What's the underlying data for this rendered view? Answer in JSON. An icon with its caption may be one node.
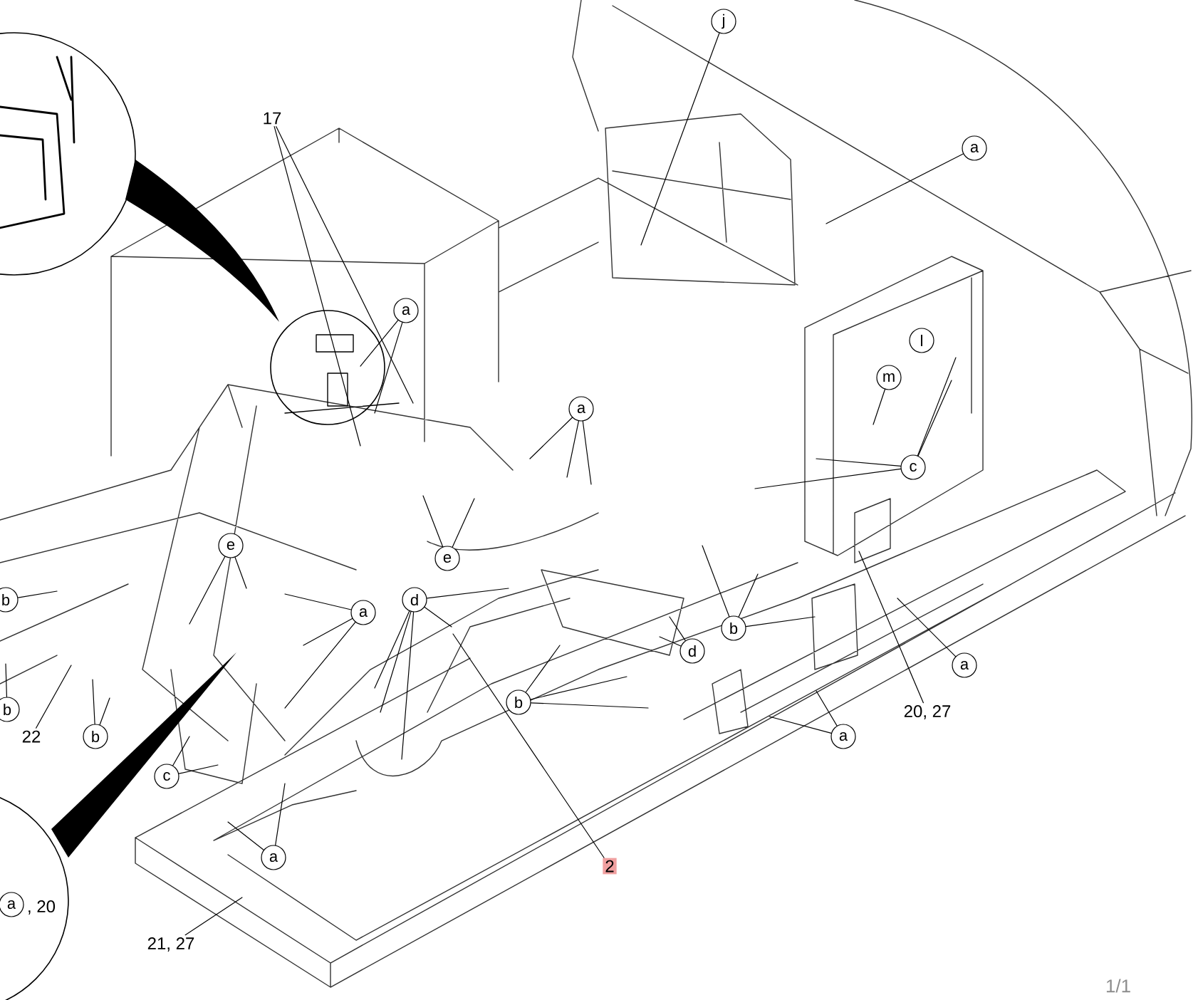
{
  "diagram": {
    "nodes": [
      {
        "text": [
          "j"
        ]
      },
      {
        "text": [
          "17"
        ]
      },
      {
        "text": [
          "a"
        ]
      },
      {
        "text": [
          "a"
        ]
      },
      {
        "text": [
          "l"
        ]
      },
      {
        "text": [
          "m"
        ]
      },
      {
        "text": [
          "a"
        ]
      },
      {
        "text": [
          "c"
        ]
      },
      {
        "text": [
          "e"
        ]
      },
      {
        "text": [
          "e"
        ]
      },
      {
        "text": [
          "b"
        ]
      },
      {
        "text": [
          "d"
        ]
      },
      {
        "text": [
          "a"
        ]
      },
      {
        "text": [
          "b"
        ]
      },
      {
        "text": [
          "d"
        ]
      },
      {
        "text": [
          "a"
        ]
      },
      {
        "text": [
          "b"
        ]
      },
      {
        "text": [
          "b"
        ]
      },
      {
        "text": [
          "20, 27"
        ]
      },
      {
        "text": [
          "22"
        ]
      },
      {
        "text": [
          "b"
        ]
      },
      {
        "text": [
          "a"
        ]
      },
      {
        "text": [
          "c"
        ]
      },
      {
        "text": [
          "a"
        ]
      },
      {
        "text": [
          "2"
        ]
      },
      {
        "text": [
          "a"
        ],
        "beside": [
          ", 20"
        ]
      },
      {
        "text": [
          "21, 27"
        ]
      }
    ],
    "edges": [
      {
        "from": 0,
        "to": null,
        "arrow": "none"
      },
      {
        "from": 1,
        "to": null,
        "arrow": "none"
      },
      {
        "from": 1,
        "to": null,
        "arrow": "none"
      },
      {
        "from": 2,
        "to": null,
        "arrow": "none"
      },
      {
        "from": 3,
        "to": null,
        "arrow": "none"
      },
      {
        "from": 3,
        "to": null,
        "arrow": "none"
      },
      {
        "from": 5,
        "to": null,
        "arrow": "none"
      },
      {
        "from": 6,
        "to": null,
        "arrow": "none"
      },
      {
        "from": 6,
        "to": null,
        "arrow": "none"
      },
      {
        "from": 6,
        "to": null,
        "arrow": "none"
      },
      {
        "from": 7,
        "to": null,
        "arrow": "none"
      },
      {
        "from": 7,
        "to": null,
        "arrow": "none"
      },
      {
        "from": 7,
        "to": null,
        "arrow": "none"
      },
      {
        "from": 7,
        "to": null,
        "arrow": "none"
      },
      {
        "from": 8,
        "to": null,
        "arrow": "none"
      },
      {
        "from": 8,
        "to": null,
        "arrow": "none"
      },
      {
        "from": 9,
        "to": null,
        "arrow": "none"
      },
      {
        "from": 9,
        "to": null,
        "arrow": "none"
      },
      {
        "from": 10,
        "to": null,
        "arrow": "none"
      },
      {
        "from": 11,
        "to": null,
        "arrow": "none"
      },
      {
        "from": 11,
        "to": null,
        "arrow": "none"
      },
      {
        "from": 11,
        "to": null,
        "arrow": "none"
      },
      {
        "from": 11,
        "to": null,
        "arrow": "none"
      },
      {
        "from": 11,
        "to": null,
        "arrow": "none"
      },
      {
        "from": 12,
        "to": null,
        "arrow": "none"
      },
      {
        "from": 12,
        "to": null,
        "arrow": "none"
      },
      {
        "from": 12,
        "to": null,
        "arrow": "none"
      },
      {
        "from": 13,
        "to": null,
        "arrow": "none"
      },
      {
        "from": 13,
        "to": null,
        "arrow": "none"
      },
      {
        "from": 13,
        "to": null,
        "arrow": "none"
      },
      {
        "from": 14,
        "to": null,
        "arrow": "none"
      },
      {
        "from": 14,
        "to": null,
        "arrow": "none"
      },
      {
        "from": 15,
        "to": null,
        "arrow": "none"
      },
      {
        "from": 16,
        "to": null,
        "arrow": "none"
      },
      {
        "from": 16,
        "to": null,
        "arrow": "none"
      },
      {
        "from": 16,
        "to": null,
        "arrow": "none"
      },
      {
        "from": 17,
        "to": null,
        "arrow": "none"
      },
      {
        "from": 18,
        "to": null,
        "arrow": "none"
      },
      {
        "from": 19,
        "to": null,
        "arrow": "none"
      },
      {
        "from": 20,
        "to": null,
        "arrow": "none"
      },
      {
        "from": 20,
        "to": null,
        "arrow": "none"
      },
      {
        "from": 21,
        "to": null,
        "arrow": "none"
      },
      {
        "from": 21,
        "to": null,
        "arrow": "none"
      },
      {
        "from": 22,
        "to": null,
        "arrow": "none"
      },
      {
        "from": 22,
        "to": null,
        "arrow": "none"
      },
      {
        "from": 23,
        "to": null,
        "arrow": "none"
      },
      {
        "from": 23,
        "to": null,
        "arrow": "none"
      },
      {
        "from": 24,
        "to": null,
        "arrow": "none"
      },
      {
        "from": 26,
        "to": null,
        "arrow": "none"
      }
    ],
    "labels": [
      "1/1"
    ]
  }
}
